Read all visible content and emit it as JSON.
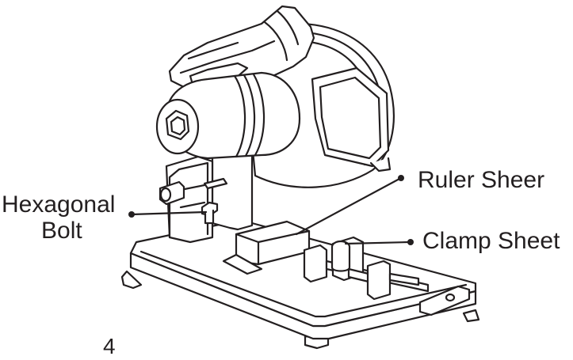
{
  "labels": {
    "hexagonal_bolt_line1": "Hexagonal",
    "hexagonal_bolt_line2": "Bolt",
    "ruler_sheer": "Ruler Sheer",
    "clamp_sheet": "Clamp Sheet"
  },
  "page_number": "4",
  "colors": {
    "line": "#231f20",
    "background": "#ffffff"
  }
}
